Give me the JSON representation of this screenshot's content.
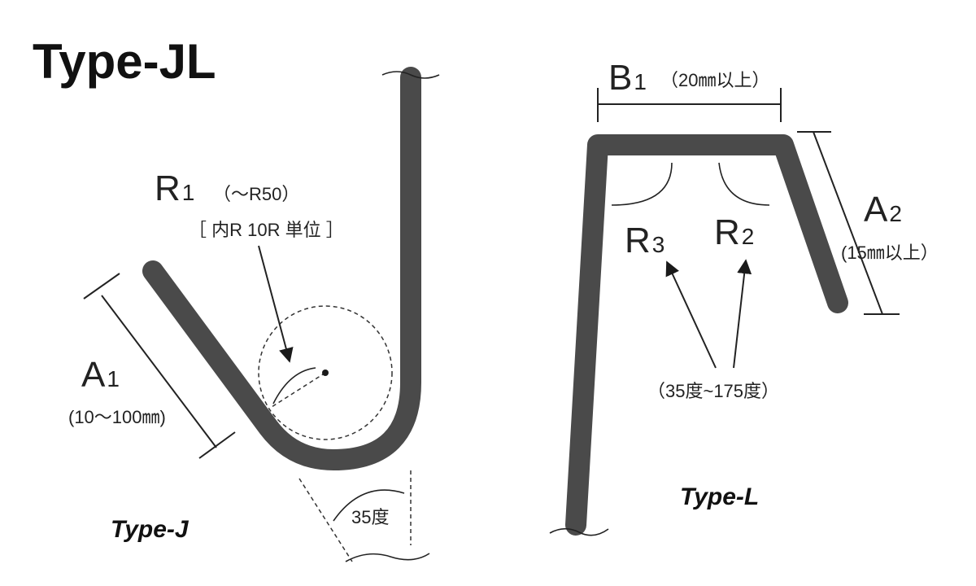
{
  "title": "Type-JL",
  "type_j": {
    "label": "Type-J",
    "a_letter": "A",
    "a_index": "1",
    "a_range": "(10～100㎜)",
    "r_letter": "R",
    "r_index": "1",
    "r_range": "（～R50）",
    "r_note": "［ 内R  10R 単位 ］",
    "angle": "35度"
  },
  "type_l": {
    "label": "Type-L",
    "b_letter": "B",
    "b_index": "1",
    "b_range": "（20㎜以上）",
    "a_letter": "A",
    "a_index": "2",
    "a_range": "(15㎜以上）",
    "r3_letter": "R",
    "r3_index": "3",
    "r2_letter": "R",
    "r2_index": "2",
    "angle_range": "（35度~175度）"
  },
  "colors": {
    "wire": "#4a4a4a",
    "text": "#111111"
  }
}
